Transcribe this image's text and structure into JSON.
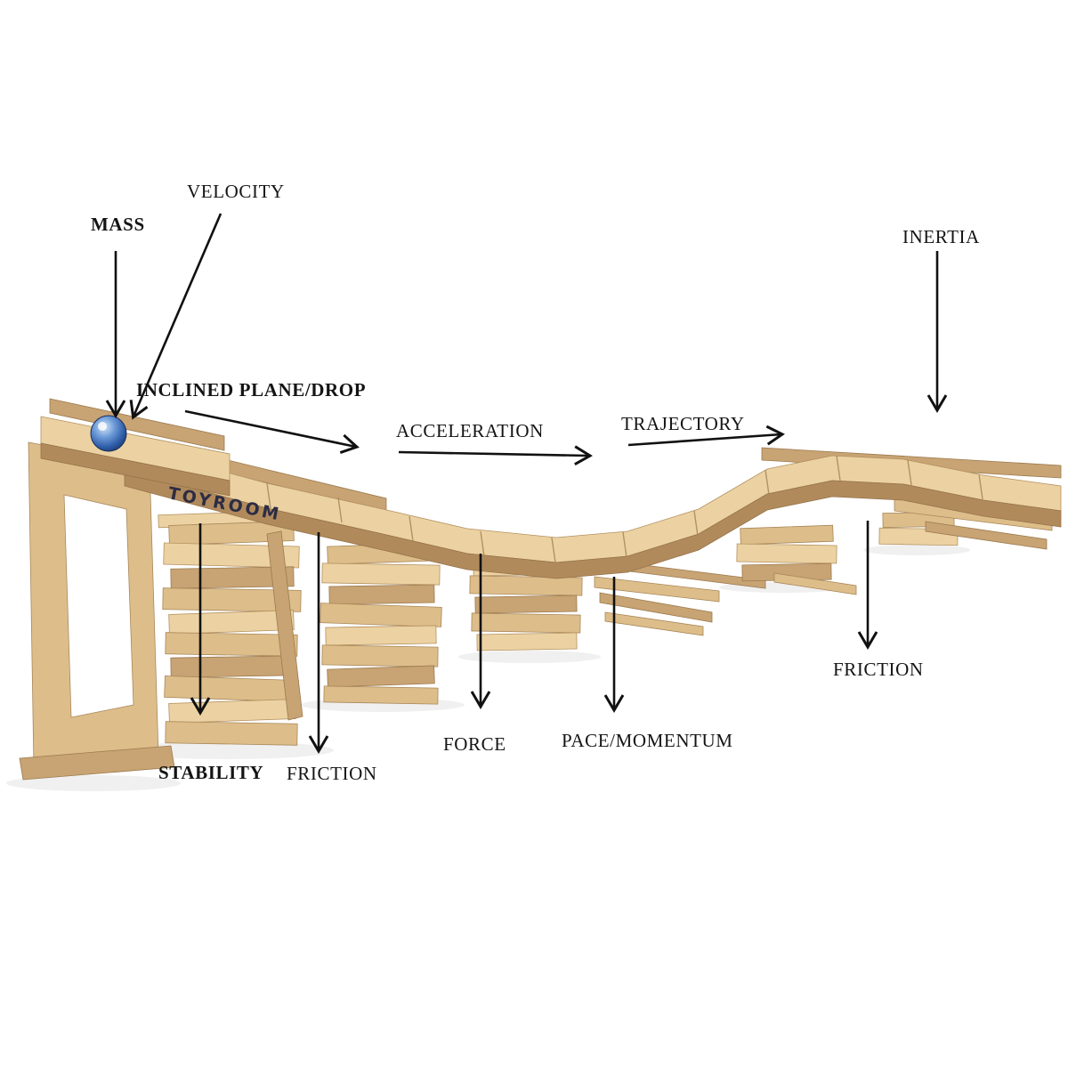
{
  "brand": "TOYROOM",
  "labels": {
    "velocity": "VELOCITY",
    "mass": "MASS",
    "inclined_plane": "INCLINED PLANE/DROP",
    "acceleration": "ACCELERATION",
    "trajectory": "TRAJECTORY",
    "inertia": "INERTIA",
    "friction_right": "FRICTION",
    "stability": "STABILITY",
    "friction_left": "FRICTION",
    "force": "FORCE",
    "pace_momentum": "PACE/MOMENTUM"
  },
  "colors": {
    "wood_light": "#ecd2a2",
    "wood_mid": "#ddbe8a",
    "wood_dark": "#c8a373",
    "wood_edge": "#b18a5c",
    "marble_blue": "#2f5da8",
    "arrow": "#111111",
    "brand_text": "#2c2c44"
  }
}
